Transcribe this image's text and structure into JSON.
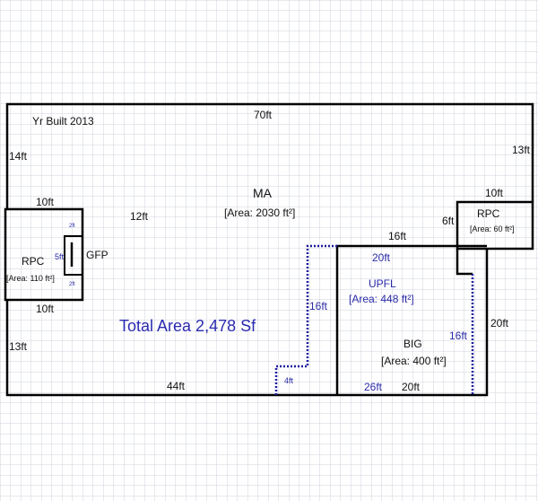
{
  "sketch": {
    "year_built": "Yr Built 2013",
    "total_area": "Total Area 2,478 Sf",
    "areas": {
      "ma": {
        "name": "MA",
        "area": "[Area: 2030 ft²]"
      },
      "rpc_left": {
        "name": "RPC",
        "area": "[Area: 110 ft²]"
      },
      "rpc_right": {
        "name": "RPC",
        "area": "[Area: 60 ft²]"
      },
      "gfp": {
        "name": "GFP"
      },
      "upfl": {
        "name": "UPFL",
        "area": "[Area: 448 ft²]"
      },
      "big": {
        "name": "BIG",
        "area": "[Area: 400 ft²]"
      }
    },
    "dimensions": {
      "top": "70ft",
      "left_upper": "14ft",
      "right_upper": "13ft",
      "rpc_left_top": "10ft",
      "rpc_left_bottom": "10ft",
      "ma_12": "12ft",
      "left_lower": "13ft",
      "bottom": "44ft",
      "rpc_right_top": "10ft",
      "rpc_right_side": "6ft",
      "big_top": "16ft",
      "big_right": "20ft",
      "big_bottom": "20ft",
      "gfp_side": "5ft",
      "gfp_2a": "2ft",
      "gfp_2b": "2ft",
      "upfl_top": "20ft",
      "upfl_left": "16ft",
      "upfl_right": "16ft",
      "upfl_bottom": "26ft",
      "upfl_step": "4ft"
    },
    "colors": {
      "wall": "#000000",
      "upfl": "#1c1ca0",
      "grid": "#cfd3dc"
    }
  }
}
